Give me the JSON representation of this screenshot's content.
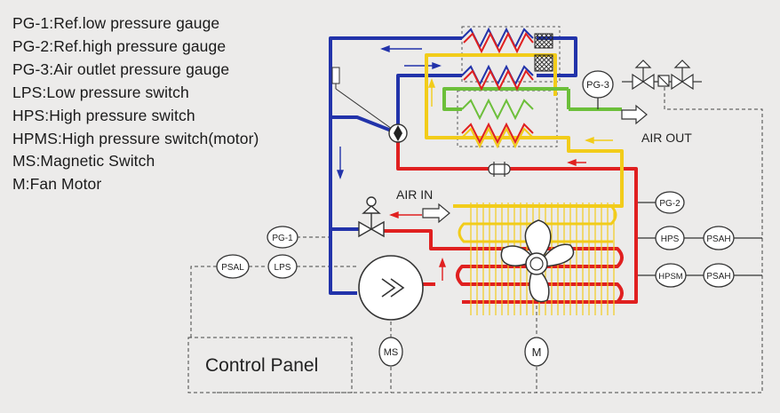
{
  "legend": [
    "PG-1:Ref.low pressure gauge",
    "PG-2:Ref.high pressure gauge",
    "PG-3:Air outlet pressure gauge",
    "LPS:Low pressure switch",
    "HPS:High pressure switch",
    "HPMS:High pressure switch(motor)",
    "MS:Magnetic Switch",
    "M:Fan Motor"
  ],
  "labels": {
    "air_in": "AIR IN",
    "air_out": "AIR OUT",
    "control_panel": "Control Panel"
  },
  "components": {
    "pg1": "PG-1",
    "pg2": "PG-2",
    "pg3": "PG-3",
    "hps": "HPS",
    "hpsm": "HPSM",
    "psah_top": "PSAH",
    "psah_bottom": "PSAH",
    "psal": "PSAL",
    "lps": "LPS",
    "ms": "MS",
    "m": "M"
  },
  "colors": {
    "refrigerant_low": "#2233aa",
    "refrigerant_high": "#e02020",
    "air": "#f2cc1a",
    "condensate": "#6cbf3a",
    "line": "#333333"
  }
}
